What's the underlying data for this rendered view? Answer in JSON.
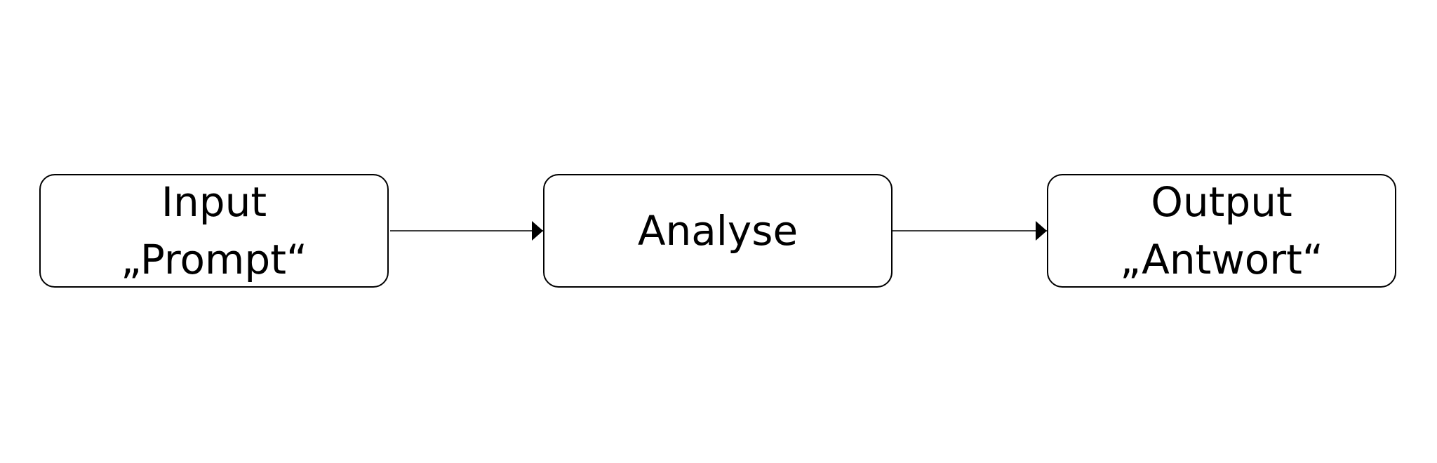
{
  "diagram": {
    "nodes": [
      {
        "id": "input",
        "label": "Input\n„Prompt“"
      },
      {
        "id": "analyse",
        "label": "Analyse"
      },
      {
        "id": "output",
        "label": "Output\n„Antwort“"
      }
    ],
    "edges": [
      {
        "from": "input",
        "to": "analyse"
      },
      {
        "from": "analyse",
        "to": "output"
      }
    ]
  },
  "colors": {
    "stroke": "#000000",
    "background": "#ffffff"
  }
}
